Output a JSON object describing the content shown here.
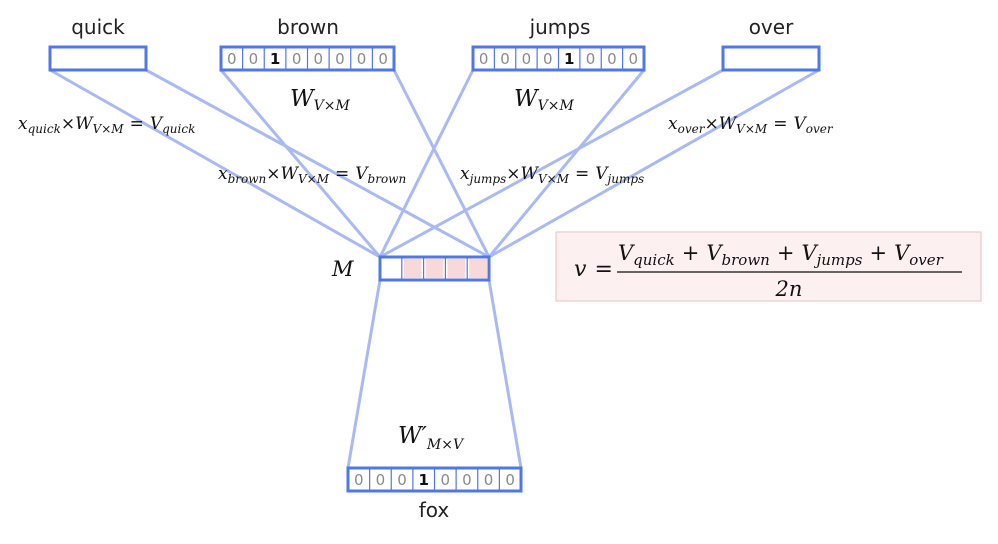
{
  "colors": {
    "box_stroke": "#4f78e6",
    "connector": "#a9b9f2",
    "hidden_fill": "#f8d9d9",
    "formula_bg": "#fdf0f0"
  },
  "words": {
    "quick": "quick",
    "brown": "brown",
    "jumps": "jumps",
    "over": "over",
    "fox": "fox"
  },
  "vectors": {
    "brown": [
      "0",
      "0",
      "1",
      "0",
      "0",
      "0",
      "0",
      "0"
    ],
    "jumps": [
      "0",
      "0",
      "0",
      "0",
      "1",
      "0",
      "0",
      "0"
    ],
    "fox": [
      "0",
      "0",
      "0",
      "1",
      "0",
      "0",
      "0",
      "0"
    ]
  },
  "hidden": {
    "label": "M",
    "cells": 5,
    "shaded_cells": [
      1,
      2,
      3,
      4
    ]
  },
  "weights": {
    "w_main": "W",
    "w_sub": "V×M",
    "w_prime_main": "W′",
    "w_prime_sub": "M×V"
  },
  "equations": {
    "quick": {
      "x_sub": "quick",
      "v_sub": "quick"
    },
    "brown": {
      "x_sub": "brown",
      "v_sub": "brown"
    },
    "jumps": {
      "x_sub": "jumps",
      "v_sub": "jumps"
    },
    "over": {
      "x_sub": "over",
      "v_sub": "over"
    }
  },
  "symbols": {
    "x": "x",
    "V": "V",
    "times": "×",
    "equals": "=",
    "plus": "+"
  },
  "formula": {
    "lhs": "v",
    "denominator": "2n",
    "terms": [
      "quick",
      "brown",
      "jumps",
      "over"
    ]
  }
}
